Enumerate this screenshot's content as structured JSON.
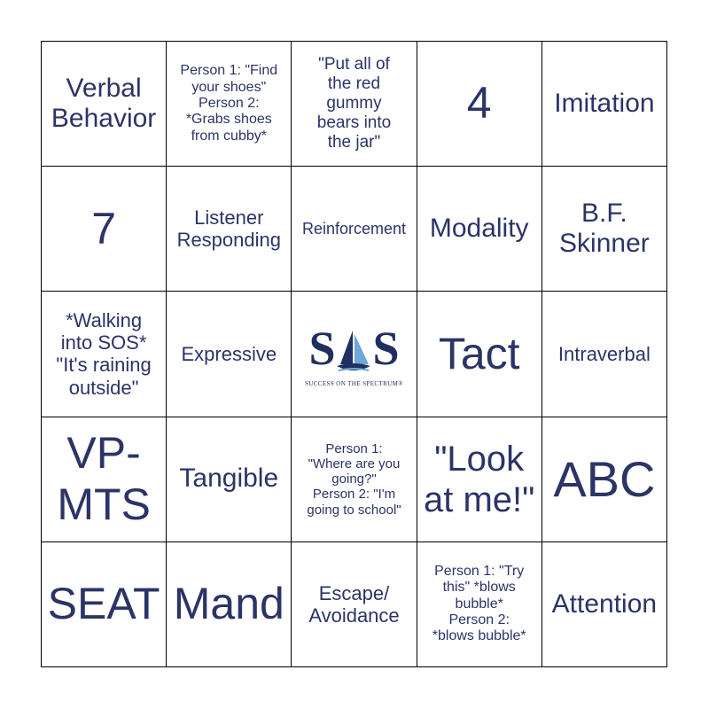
{
  "cells": [
    [
      "Verbal\nBehavior",
      "Person 1: \"Find\nyour shoes\"\nPerson 2:\n*Grabs shoes\nfrom cubby*",
      "\"Put all of\nthe red\ngummy\nbears into\nthe jar\"",
      "4",
      "Imitation"
    ],
    [
      "7",
      "Listener\nResponding",
      "Reinforcement",
      "Modality",
      "B.F.\nSkinner"
    ],
    [
      "*Walking\ninto SOS*\n\"It's raining\noutside\"",
      "Expressive",
      "",
      "Tact",
      "Intraverbal"
    ],
    [
      "VP-\nMTS",
      "Tangible",
      "Person 1:\n\"Where are you\ngoing?\"\nPerson 2: \"I'm\ngoing to school\"",
      "\"Look\nat me!\"",
      "ABC"
    ],
    [
      "SEAT",
      "Mand",
      "Escape/\nAvoidance",
      "Person 1: \"Try\nthis\" *blows\nbubble*\nPerson 2:\n*blows bubble*",
      "Attention"
    ]
  ],
  "logo": {
    "letter_s1": "S",
    "letter_s2": "S",
    "subtitle": "SUCCESS ON THE SPECTRUM®"
  },
  "colors": {
    "text": "#2b3467",
    "grid": "#000000",
    "logo_navy": "#1f2f60",
    "logo_light_blue": "#6ea7d8"
  }
}
